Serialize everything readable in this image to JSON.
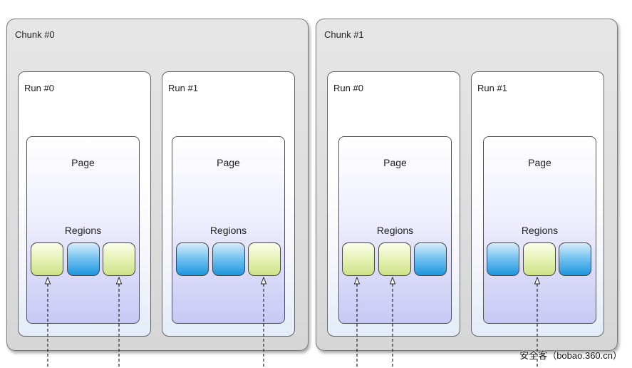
{
  "chunks": [
    {
      "label": "Chunk #0",
      "runs": [
        {
          "label": "Run #0",
          "page_label": "Page",
          "regions_label": "Regions",
          "regions": [
            "used",
            "free",
            "used"
          ]
        },
        {
          "label": "Run #1",
          "page_label": "Page",
          "regions_label": "Regions",
          "regions": [
            "free",
            "free",
            "used"
          ]
        }
      ]
    },
    {
      "label": "Chunk #1",
      "runs": [
        {
          "label": "Run #0",
          "page_label": "Page",
          "regions_label": "Regions",
          "regions": [
            "used",
            "used",
            "free"
          ]
        },
        {
          "label": "Run #1",
          "page_label": "Page",
          "regions_label": "Regions",
          "regions": [
            "free",
            "used",
            "free"
          ]
        }
      ]
    }
  ],
  "colors": {
    "used_region": "#dcec9e",
    "free_region": "#3aa7e8",
    "chunk_bg": "#dedede",
    "page_bg": "#c8c8f4"
  },
  "watermark": "安全客（bobao.360.cn）"
}
